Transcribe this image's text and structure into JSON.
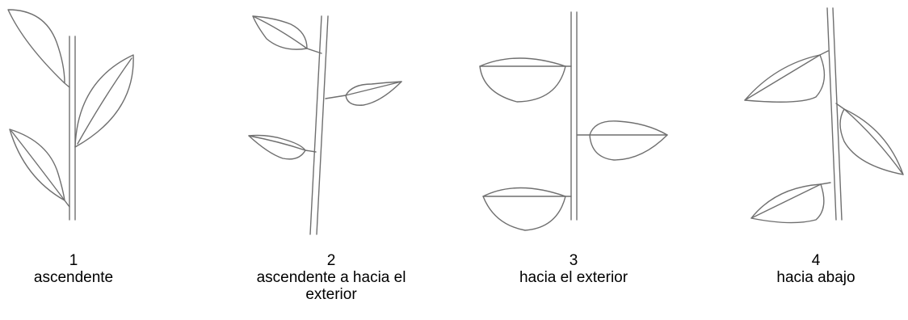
{
  "figures": [
    {
      "number": "1",
      "label": "ascendente",
      "icon": "leaves-ascending-icon"
    },
    {
      "number": "2",
      "label": "ascendente a hacia el exterior",
      "icon": "leaves-ascending-outward-icon"
    },
    {
      "number": "3",
      "label": "hacia el exterior",
      "icon": "leaves-outward-icon"
    },
    {
      "number": "4",
      "label": "hacia abajo",
      "icon": "leaves-downward-icon"
    }
  ],
  "colors": {
    "line": "#6f6f6f",
    "text": "#000000",
    "background": "#ffffff"
  }
}
